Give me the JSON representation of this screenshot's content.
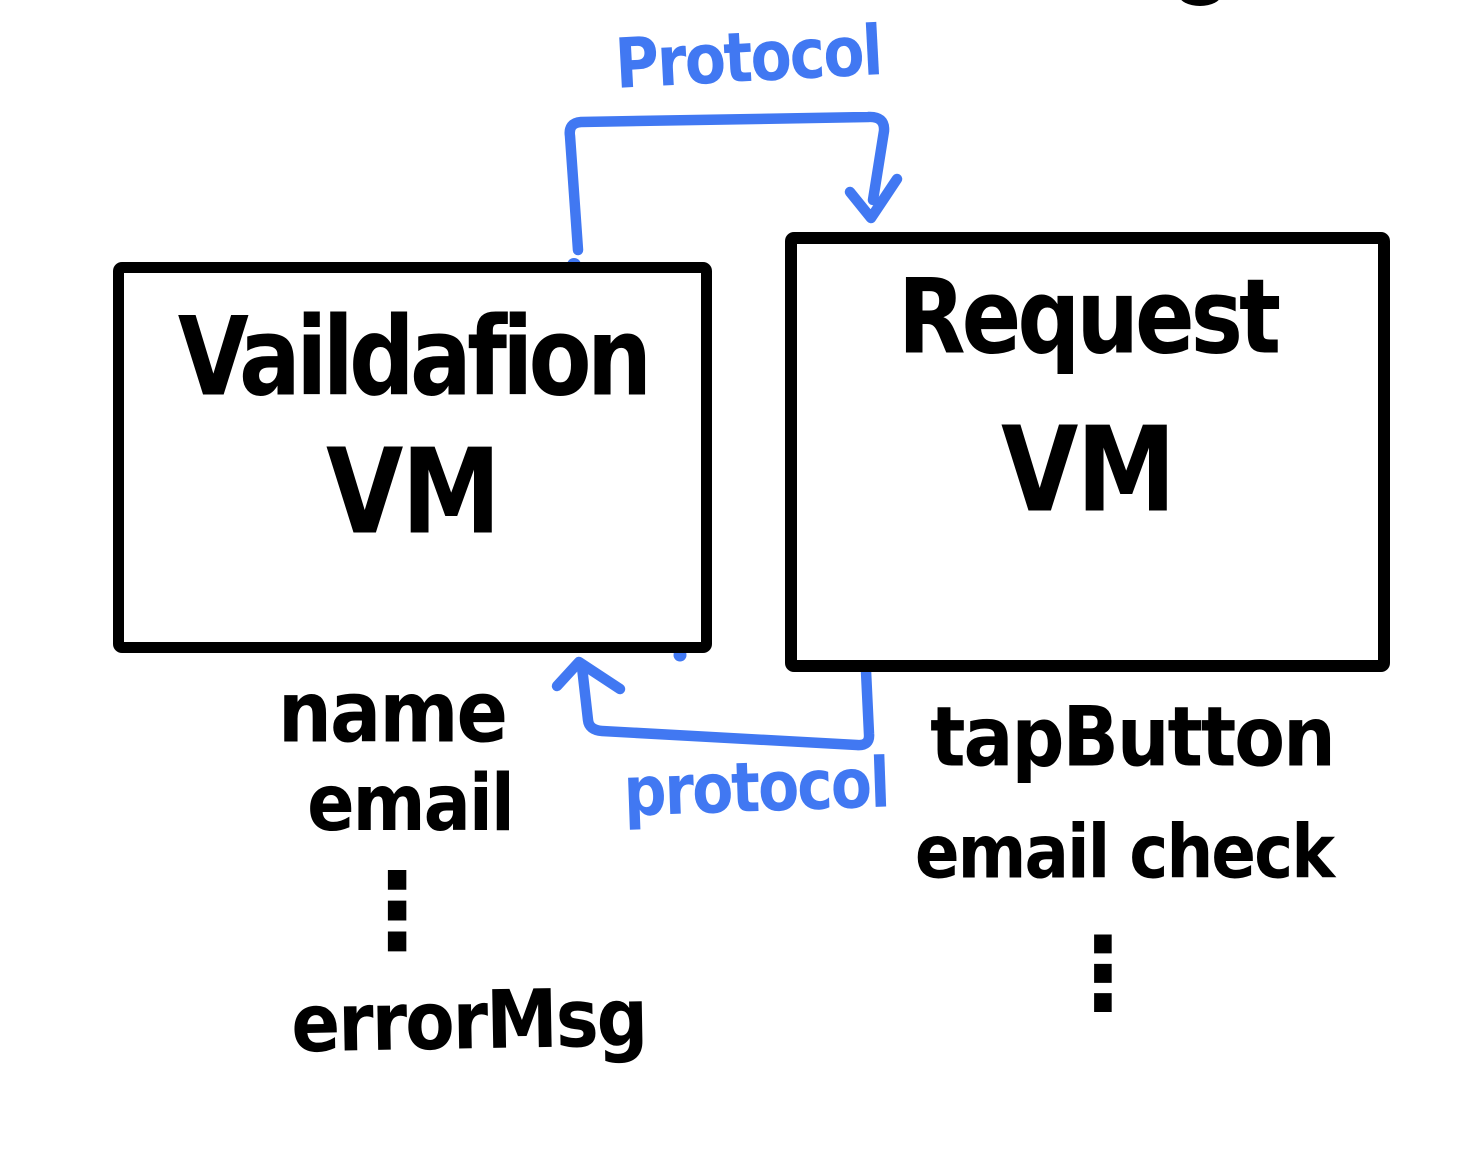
{
  "diagram": {
    "kind": "hand-drawn-sketch",
    "background_color": "#ffffff",
    "ink_color": "#000000",
    "accent_color": "#4178F2",
    "boxes": [
      {
        "id": "validation-vm",
        "title_line1": "Vaildafion",
        "title_line2": "VM",
        "members": [
          "name",
          "email",
          "⋮",
          "errorMsg"
        ]
      },
      {
        "id": "request-vm",
        "title_line1": "Request",
        "title_line2": "VM",
        "members": [
          "tapButton",
          "email check",
          "⋮"
        ]
      }
    ],
    "arrows": [
      {
        "id": "top-arrow",
        "label": "Protocol",
        "from": "validation-vm",
        "to": "request-vm"
      },
      {
        "id": "bottom-arrow",
        "label": "protocol",
        "from": "request-vm",
        "to": "validation-vm"
      }
    ]
  }
}
